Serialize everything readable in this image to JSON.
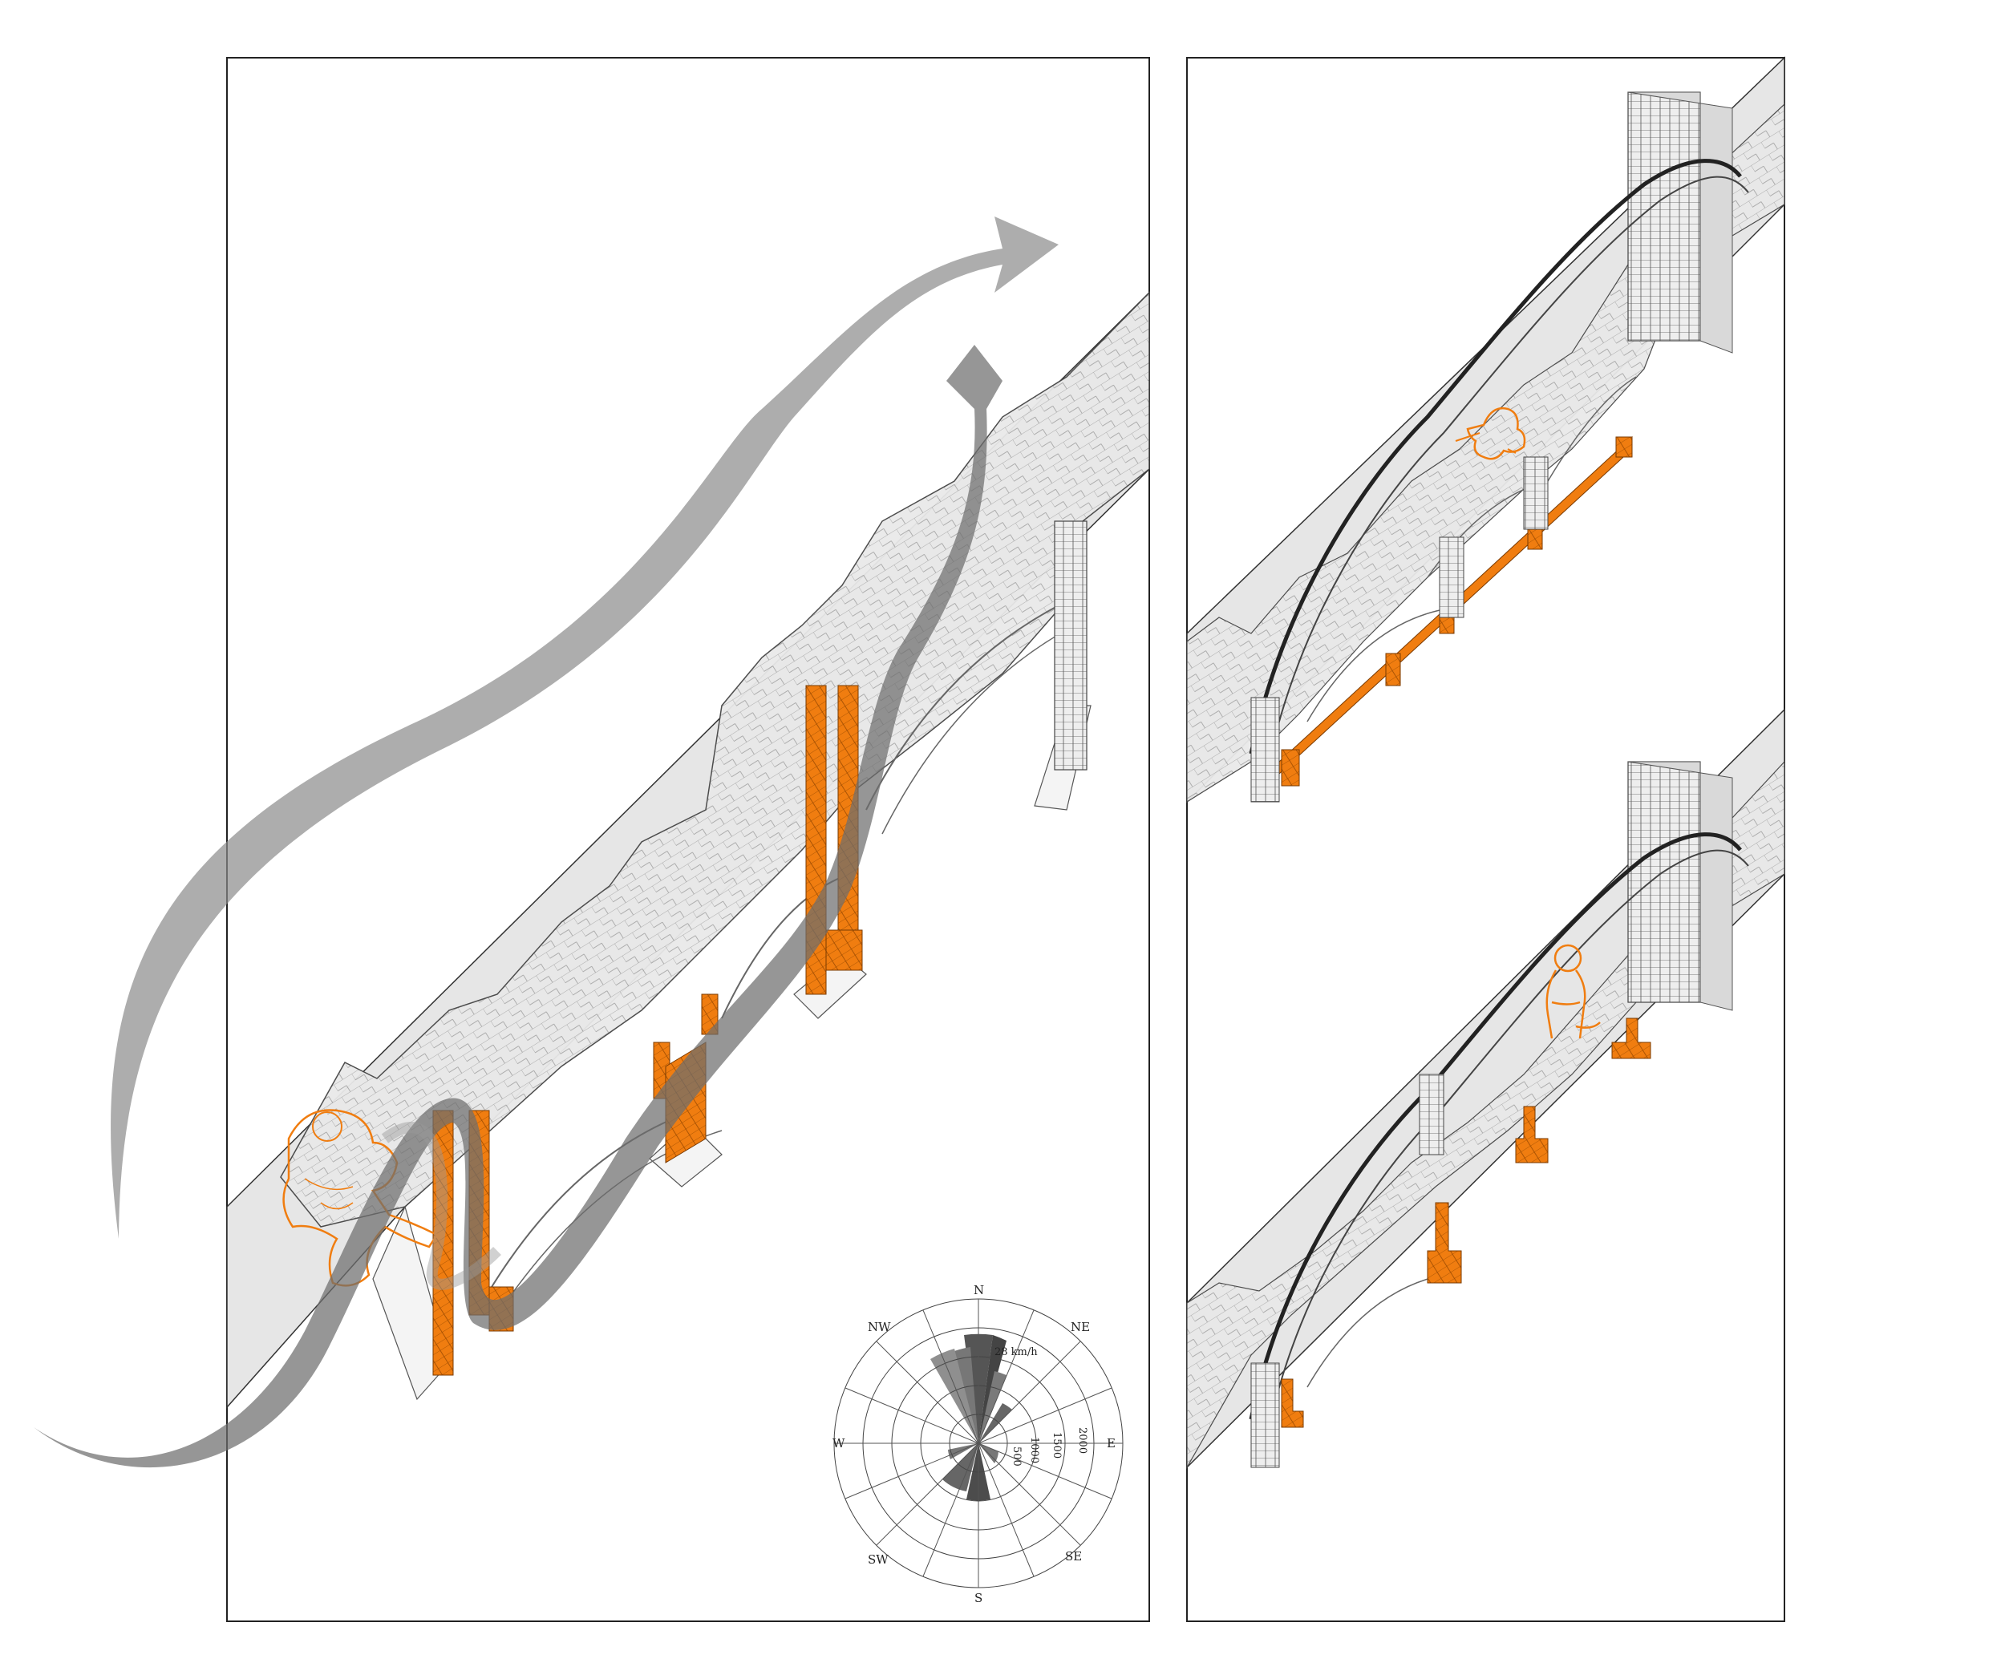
{
  "colors": {
    "accent_orange": "#f07d10",
    "panel_gray": "#e6e6e6",
    "line_dark": "#222222",
    "arrow_gray": "#8a8a8a",
    "rose_dark": "#6d6d6d"
  },
  "wind_rose": {
    "directions": {
      "n": "N",
      "ne": "NE",
      "e": "E",
      "se": "SE",
      "s": "S",
      "sw": "SW",
      "w": "W",
      "nw": "NW"
    },
    "speed_label": "28 km/h",
    "ring_labels": [
      "500",
      "1000",
      "1500",
      "2000"
    ]
  }
}
